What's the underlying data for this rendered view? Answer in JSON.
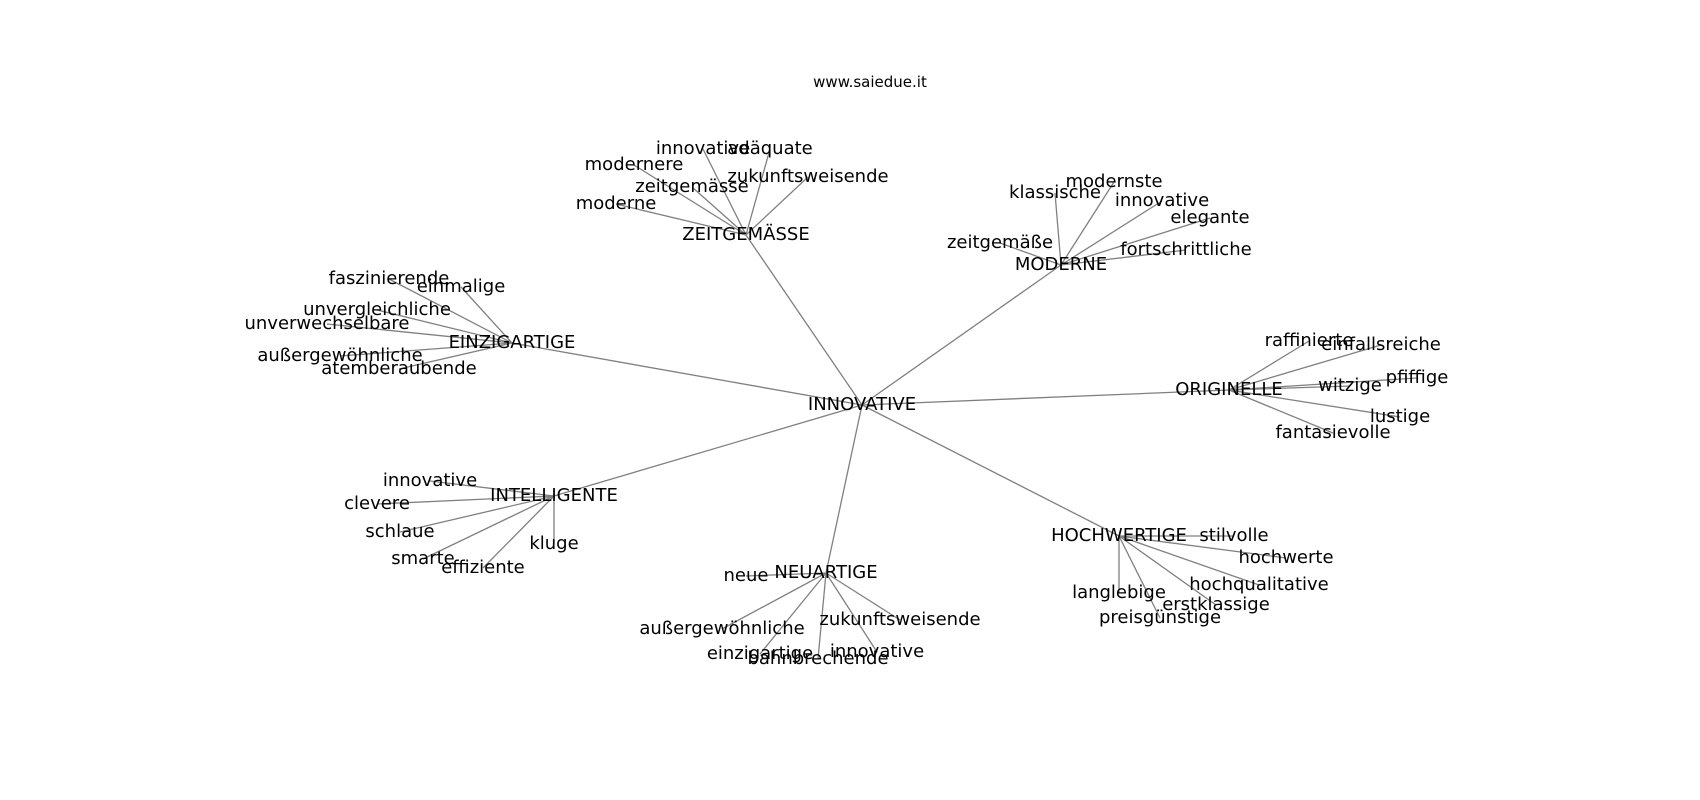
{
  "header": {
    "website": "www.saiedue.it"
  },
  "graph": {
    "root": "INNOVATIVE",
    "groups": [
      {
        "label": "ZEITGEMÄSSE",
        "children": [
          "innovative",
          "adäquate",
          "modernere",
          "zukunftsweisende",
          "zeitgemässe",
          "moderne"
        ]
      },
      {
        "label": "MODERNE",
        "children": [
          "modernste",
          "klassische",
          "innovative",
          "elegante",
          "zeitgemäße",
          "fortschrittliche"
        ]
      },
      {
        "label": "EINZIGARTIGE",
        "children": [
          "faszinierende",
          "einmalige",
          "unvergleichliche",
          "unverwechselbare",
          "außergewöhnliche",
          "atemberaubende"
        ]
      },
      {
        "label": "ORIGINELLE",
        "children": [
          "raffinierte",
          "einfallsreiche",
          "witzige",
          "pfiffige",
          "lustige",
          "fantasievolle"
        ]
      },
      {
        "label": "INTELLIGENTE",
        "children": [
          "innovative",
          "clevere",
          "schlaue",
          "kluge",
          "smarte",
          "effiziente"
        ]
      },
      {
        "label": "NEUARTIGE",
        "children": [
          "neue",
          "außergewöhnliche",
          "zukunftsweisende",
          "einzigartige",
          "innovative",
          "bahnbrechende"
        ]
      },
      {
        "label": "HOCHWERTIGE",
        "children": [
          "stilvolle",
          "hochwerte",
          "hochqualitative",
          "langlebige",
          "erstklassige",
          "preisgünstige"
        ]
      }
    ]
  },
  "colors": {
    "edge": "#808080",
    "text": "#000000",
    "background": "#ffffff"
  }
}
